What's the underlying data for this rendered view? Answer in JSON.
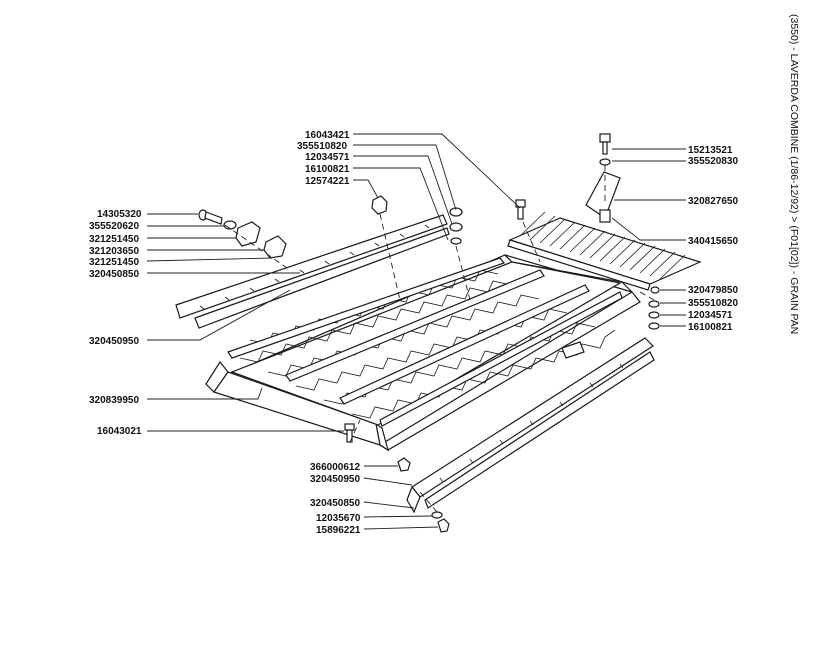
{
  "title": "(3550) - LAVERDA COMBINE (1/86-12/92) > (F01[02]) - GRAIN PAN",
  "labels": {
    "p16043421": "16043421",
    "p355510820a": "355510820",
    "p12034571a": "12034571",
    "p16100821a": "16100821",
    "p12574221": "12574221",
    "p14305320": "14305320",
    "p355520620": "355520620",
    "p321251450a": "321251450",
    "p321203650": "321203650",
    "p321251450b": "321251450",
    "p320450850a": "320450850",
    "p320450950a": "320450950",
    "p320839950": "320839950",
    "p16043021": "16043021",
    "p366000612": "366000612",
    "p320450950b": "320450950",
    "p320450850b": "320450850",
    "p12035670": "12035670",
    "p15896221": "15896221",
    "p15213521": "15213521",
    "p355520830": "355520830",
    "p320827650": "320827650",
    "p340415650": "340415650",
    "p320479850": "320479850",
    "p355510820b": "355510820",
    "p12034571b": "12034571",
    "p16100821b": "16100821"
  }
}
